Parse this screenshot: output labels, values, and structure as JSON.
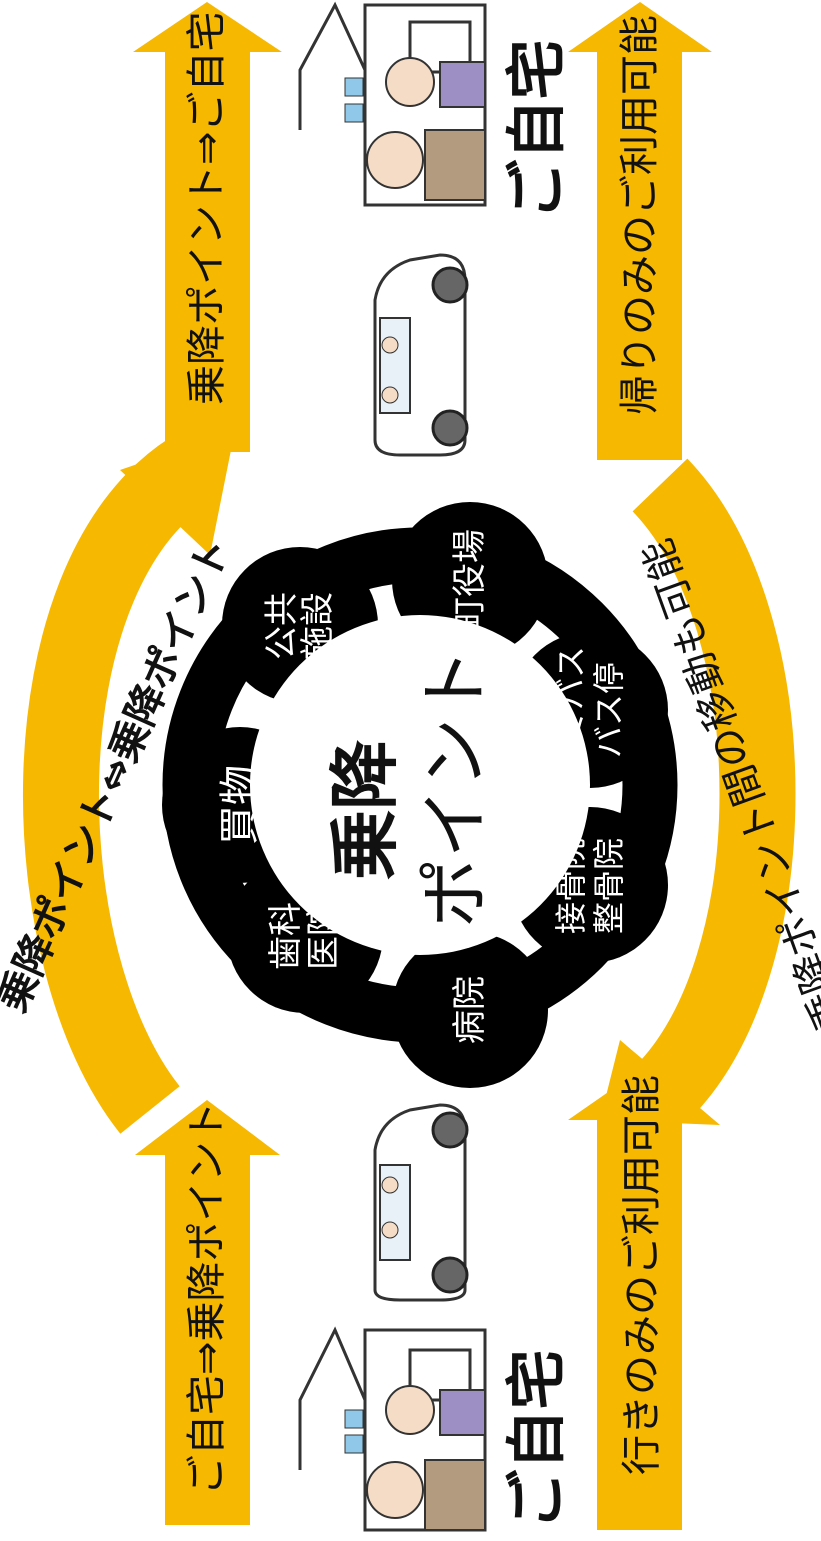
{
  "colors": {
    "arrow": "#f6b800",
    "circle": "#000000",
    "circle_text": "#ffffff",
    "text": "#111111"
  },
  "left_column": {
    "bottom_arrow_label": "ご自宅⇒乗降ポイント",
    "top_arrow_label": "乗降ポイント⇒ご自宅"
  },
  "right_column": {
    "bottom_arrow_label": "行きのみのご利用可能",
    "top_arrow_label": "帰りのみのご利用可能"
  },
  "curved_arrows": {
    "left_label": "乗降ポイント⇔乗降ポイント",
    "right_label": "乗降ポイント間の移動も可能"
  },
  "homes": {
    "bottom_label": "ご自宅",
    "top_label": "ご自宅"
  },
  "center": {
    "line1": "乗降",
    "line2": "ポイント"
  },
  "points": [
    {
      "line1": "買物",
      "line2": ""
    },
    {
      "line1": "公共",
      "line2": "施設"
    },
    {
      "line1": "町役場",
      "line2": ""
    },
    {
      "line1": "コミバス",
      "line2": "バス停"
    },
    {
      "line1": "接骨院",
      "line2": "整骨院"
    },
    {
      "line1": "病院",
      "line2": ""
    },
    {
      "line1": "歯科",
      "line2": "医院"
    }
  ]
}
